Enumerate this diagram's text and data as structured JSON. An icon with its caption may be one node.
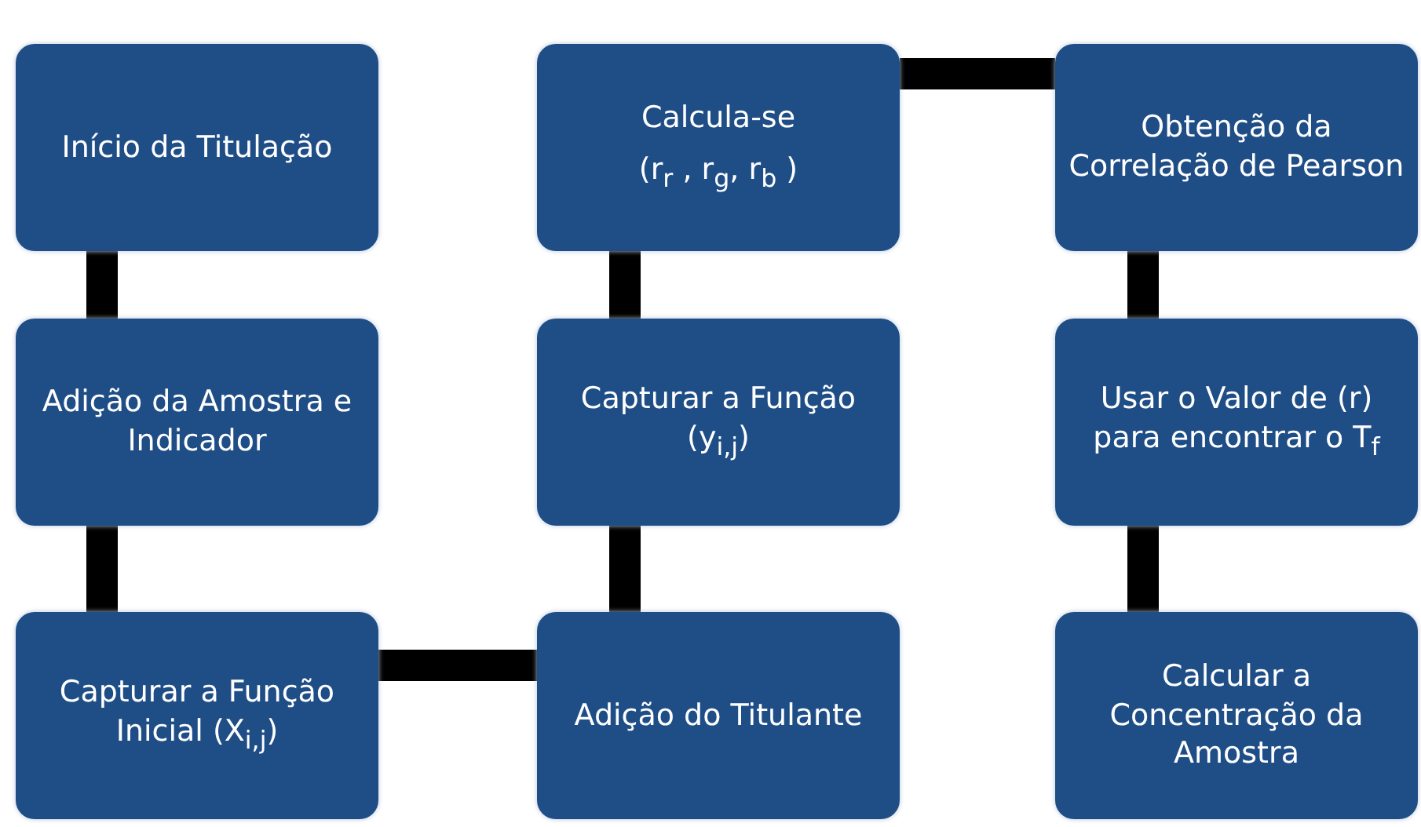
{
  "diagram": {
    "nodes": [
      {
        "text": [
          "Início da Titulação"
        ]
      },
      {
        "text": [
          "Calcula-se",
          "(r$_{r}$ , r$_{g}$, r$_{b}$ )"
        ]
      },
      {
        "text": [
          "Obtenção da Correlação de Pearson"
        ]
      },
      {
        "text": [
          "Adição da Amostra e Indicador"
        ]
      },
      {
        "text": [
          "Capturar a Função (y$_{i,j}$)"
        ]
      },
      {
        "text": [
          "Usar o Valor de (r) para encontrar o T$_{f}$"
        ]
      },
      {
        "text": [
          "Capturar a Função Inicial  (X$_{i,j}$)"
        ]
      },
      {
        "text": [
          "Adição do Titulante"
        ]
      },
      {
        "text": [
          "Calcular a Concentração da Amostra"
        ]
      }
    ],
    "edges": [
      {
        "from": 0,
        "to": 3,
        "arrow": "none"
      },
      {
        "from": 3,
        "to": 6,
        "arrow": "none"
      },
      {
        "from": 6,
        "to": 7,
        "arrow": "none"
      },
      {
        "from": 7,
        "to": 4,
        "arrow": "none"
      },
      {
        "from": 4,
        "to": 1,
        "arrow": "none"
      },
      {
        "from": 1,
        "to": 2,
        "arrow": "none"
      },
      {
        "from": 2,
        "to": 5,
        "arrow": "none"
      },
      {
        "from": 5,
        "to": 8,
        "arrow": "none"
      }
    ]
  }
}
